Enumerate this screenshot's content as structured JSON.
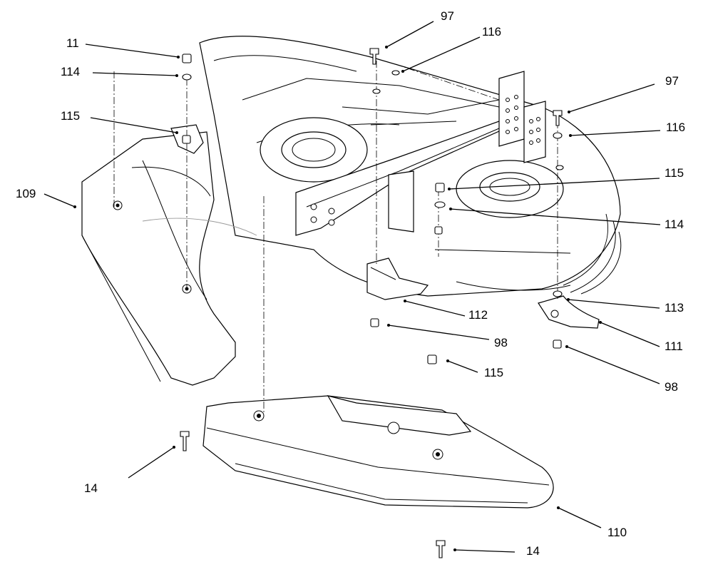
{
  "callouts": {
    "c11": "11",
    "c114_left": "114",
    "c115_left": "115",
    "c109": "109",
    "c97_top": "97",
    "c116_top": "116",
    "c97_right": "97",
    "c116_right": "116",
    "c115_right": "115",
    "c114_right": "114",
    "c112": "112",
    "c98_center": "98",
    "c115_bottom": "115",
    "c113": "113",
    "c111": "111",
    "c98_right": "98",
    "c14_left": "14",
    "c110": "110",
    "c14_bottom": "14"
  }
}
